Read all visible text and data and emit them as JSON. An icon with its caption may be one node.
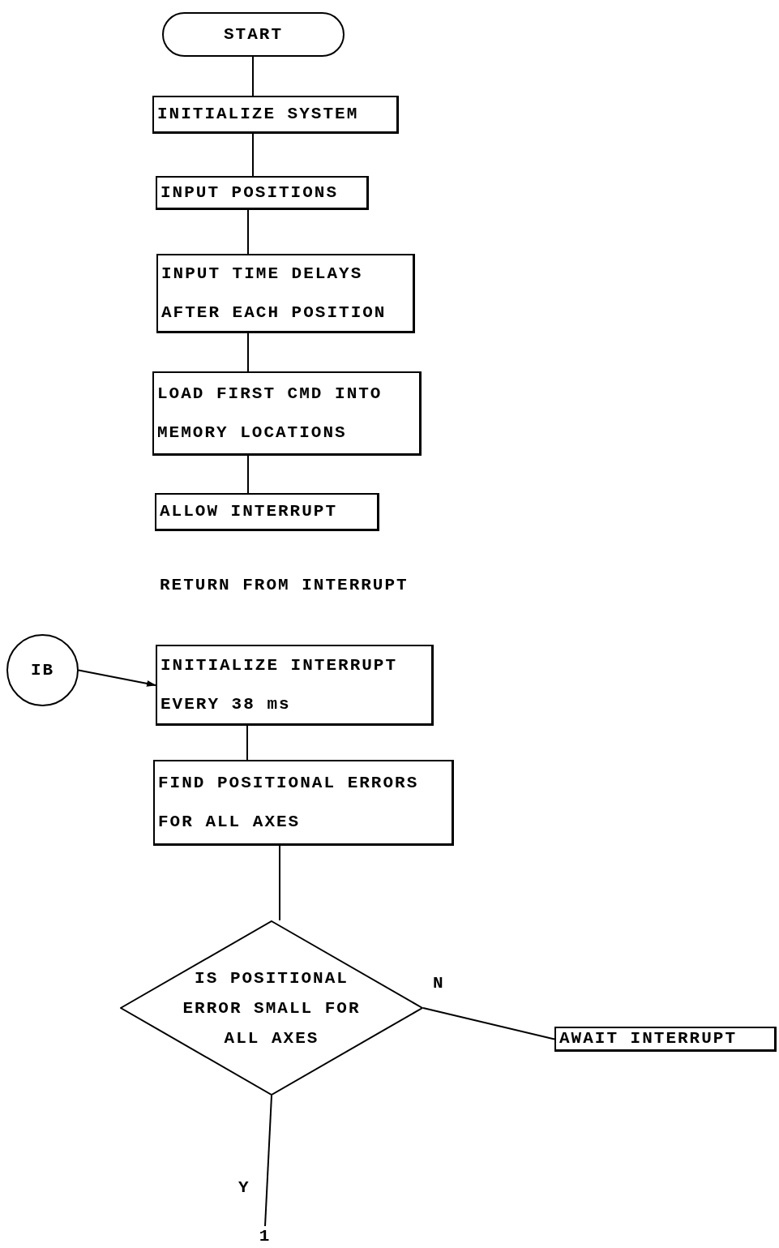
{
  "diagram": {
    "nodes": [
      {
        "text": [
          "START"
        ]
      },
      {
        "text": [
          "INITIALIZE SYSTEM"
        ]
      },
      {
        "text": [
          "INPUT POSITIONS"
        ]
      },
      {
        "text": [
          "INPUT TIME DELAYS AFTER EACH POSITION"
        ]
      },
      {
        "text": [
          "LOAD FIRST CMD INTO MEMORY LOCATIONS"
        ]
      },
      {
        "text": [
          "ALLOW INTERRUPT"
        ]
      },
      {
        "text": [
          "IB"
        ]
      },
      {
        "text": [
          "INITIALIZE INTERRUPT EVERY 38 ms"
        ]
      },
      {
        "text": [
          "FIND POSITIONAL ERRORS FOR ALL AXES"
        ]
      },
      {
        "text": [
          "IS POSITIONAL ERROR SMALL FOR ALL AXES"
        ]
      },
      {
        "text": [
          "AWAIT INTERRUPT"
        ]
      },
      {
        "text": [
          "1"
        ]
      }
    ],
    "edges": [
      {
        "from": 0,
        "to": 1,
        "arrow": "none"
      },
      {
        "from": 1,
        "to": 2,
        "arrow": "none"
      },
      {
        "from": 2,
        "to": 3,
        "arrow": "none"
      },
      {
        "from": 3,
        "to": 4,
        "arrow": "none"
      },
      {
        "from": 4,
        "to": 5,
        "arrow": "none"
      },
      {
        "from": 6,
        "to": 7,
        "arrow": "to"
      },
      {
        "from": 7,
        "to": 8,
        "arrow": "none"
      },
      {
        "from": 8,
        "to": 9,
        "arrow": "none"
      },
      {
        "from": 9,
        "to": 10,
        "arrow": "none",
        "label": "N"
      },
      {
        "from": 9,
        "to": 11,
        "arrow": "none",
        "label": "Y"
      }
    ],
    "labels": [
      "RETURN FROM INTERRUPT"
    ]
  }
}
